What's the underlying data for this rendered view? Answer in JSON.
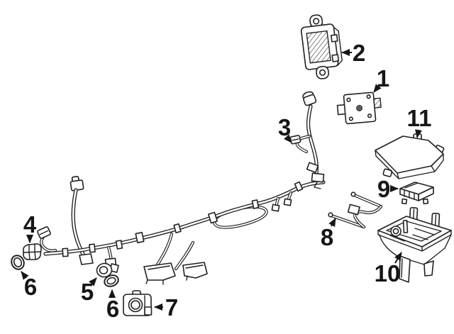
{
  "diagram": {
    "description": "exploded-parts-line-diagram",
    "background": "#ffffff",
    "line_color": "#231f20",
    "callouts": [
      {
        "id": "2",
        "label": "2"
      },
      {
        "id": "1",
        "label": "1"
      },
      {
        "id": "11",
        "label": "11"
      },
      {
        "id": "3",
        "label": "3"
      },
      {
        "id": "9",
        "label": "9"
      },
      {
        "id": "8",
        "label": "8"
      },
      {
        "id": "10",
        "label": "10"
      },
      {
        "id": "4",
        "label": "4"
      },
      {
        "id": "6a",
        "label": "6"
      },
      {
        "id": "5",
        "label": "5"
      },
      {
        "id": "6b",
        "label": "6"
      },
      {
        "id": "7",
        "label": "7"
      }
    ]
  }
}
